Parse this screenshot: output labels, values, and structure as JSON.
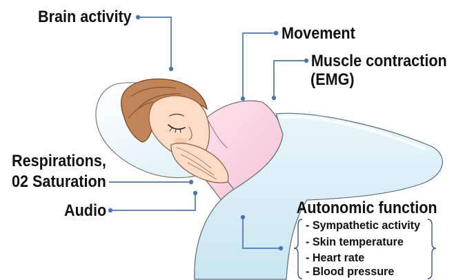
{
  "labels": {
    "brain_activity": "Brain activity",
    "movement": "Movement",
    "muscle_contraction": {
      "line1": "Muscle contraction",
      "line2": "(EMG)"
    },
    "respirations": {
      "line1": "Respirations,",
      "line2": "02 Saturation"
    },
    "audio": "Audio",
    "autonomic_function": "Autonomic function"
  },
  "autonomic_items": [
    "- Sympathetic activity",
    "- Skin temperature",
    "- Heart rate",
    "- Blood pressure"
  ],
  "colors": {
    "text": "#111111",
    "leader": "#4e76ab",
    "brace": "#3a577f",
    "skin": "#fcdcc6",
    "hair": "#c18458",
    "shirt": "#f6c4d8",
    "blanket": "#c9e6f2",
    "pillow": "#e4f3f9"
  }
}
